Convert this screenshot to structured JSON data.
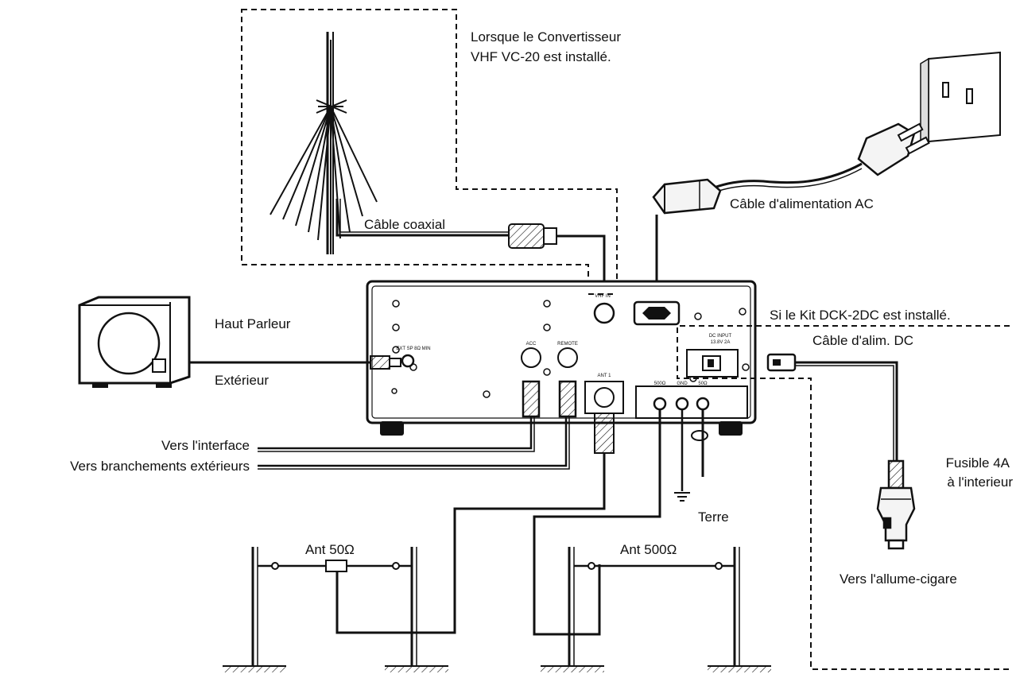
{
  "labels": {
    "vc20_line1": "Lorsque le Convertisseur",
    "vc20_line2": "VHF VC-20 est installé.",
    "coax": "Câble coaxial",
    "ac_cable": "Câble d'alimentation AC",
    "dck_kit": "Si le Kit DCK-2DC est installé.",
    "dc_cable": "Câble d'alim. DC",
    "speaker_line1": "Haut Parleur",
    "speaker_line2": "Extérieur",
    "interface": "Vers l'interface",
    "external": "Vers branchements extérieurs",
    "fuse_line1": "Fusible 4A",
    "fuse_line2": "à l'interieur",
    "ground": "Terre",
    "ant50": "Ant 50Ω",
    "ant500": "Ant 500Ω",
    "cigar": "Vers l'allume-cigare"
  },
  "panel_labels": {
    "vhf": "VHF IN",
    "ext_sp": "EXT SP 8Ω MIN",
    "acc": "ACC",
    "remote": "REMOTE",
    "ant1": "ANT 1",
    "t500": "500Ω",
    "gnd": "GND",
    "t50": "50Ω",
    "dc_input": "DC INPUT",
    "dc_rating": "13.8V 2A"
  }
}
